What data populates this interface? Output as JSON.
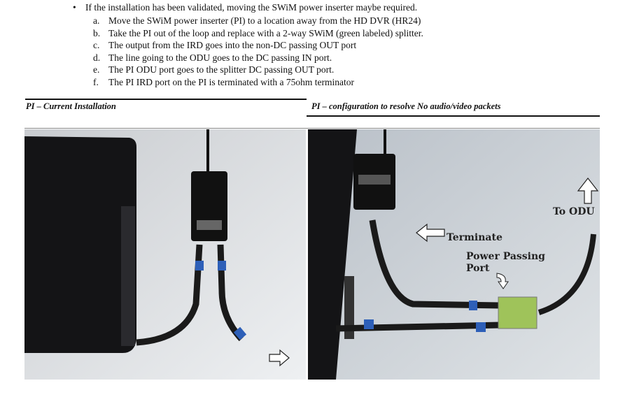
{
  "bullet": "If the installation has been validated, moving the SWiM power inserter maybe required.",
  "steps": [
    {
      "letter": "a.",
      "text": "Move the SWiM power inserter (PI) to a location away from the HD DVR (HR24)"
    },
    {
      "letter": "b.",
      "text": "Take the PI out of the loop and replace with a 2-way SWiM (green labeled) splitter."
    },
    {
      "letter": "c.",
      "text": "The output from the IRD goes into the non-DC passing OUT port"
    },
    {
      "letter": "d.",
      "text": "The line going to the ODU goes to the DC passing IN port."
    },
    {
      "letter": "e.",
      "text": "The PI ODU port goes to the splitter DC passing OUT port."
    },
    {
      "letter": "f.",
      "text": "The PI IRD port on the PI is terminated with a 75ohm terminator"
    }
  ],
  "captions": {
    "left": "PI – Current Installation",
    "right": "PI – configuration to resolve No audio/video packets"
  },
  "photo_labels": {
    "terminate": "Terminate",
    "to_odu": "To ODU",
    "power_passing_1": "Power Passing",
    "power_passing_2": "Port"
  }
}
